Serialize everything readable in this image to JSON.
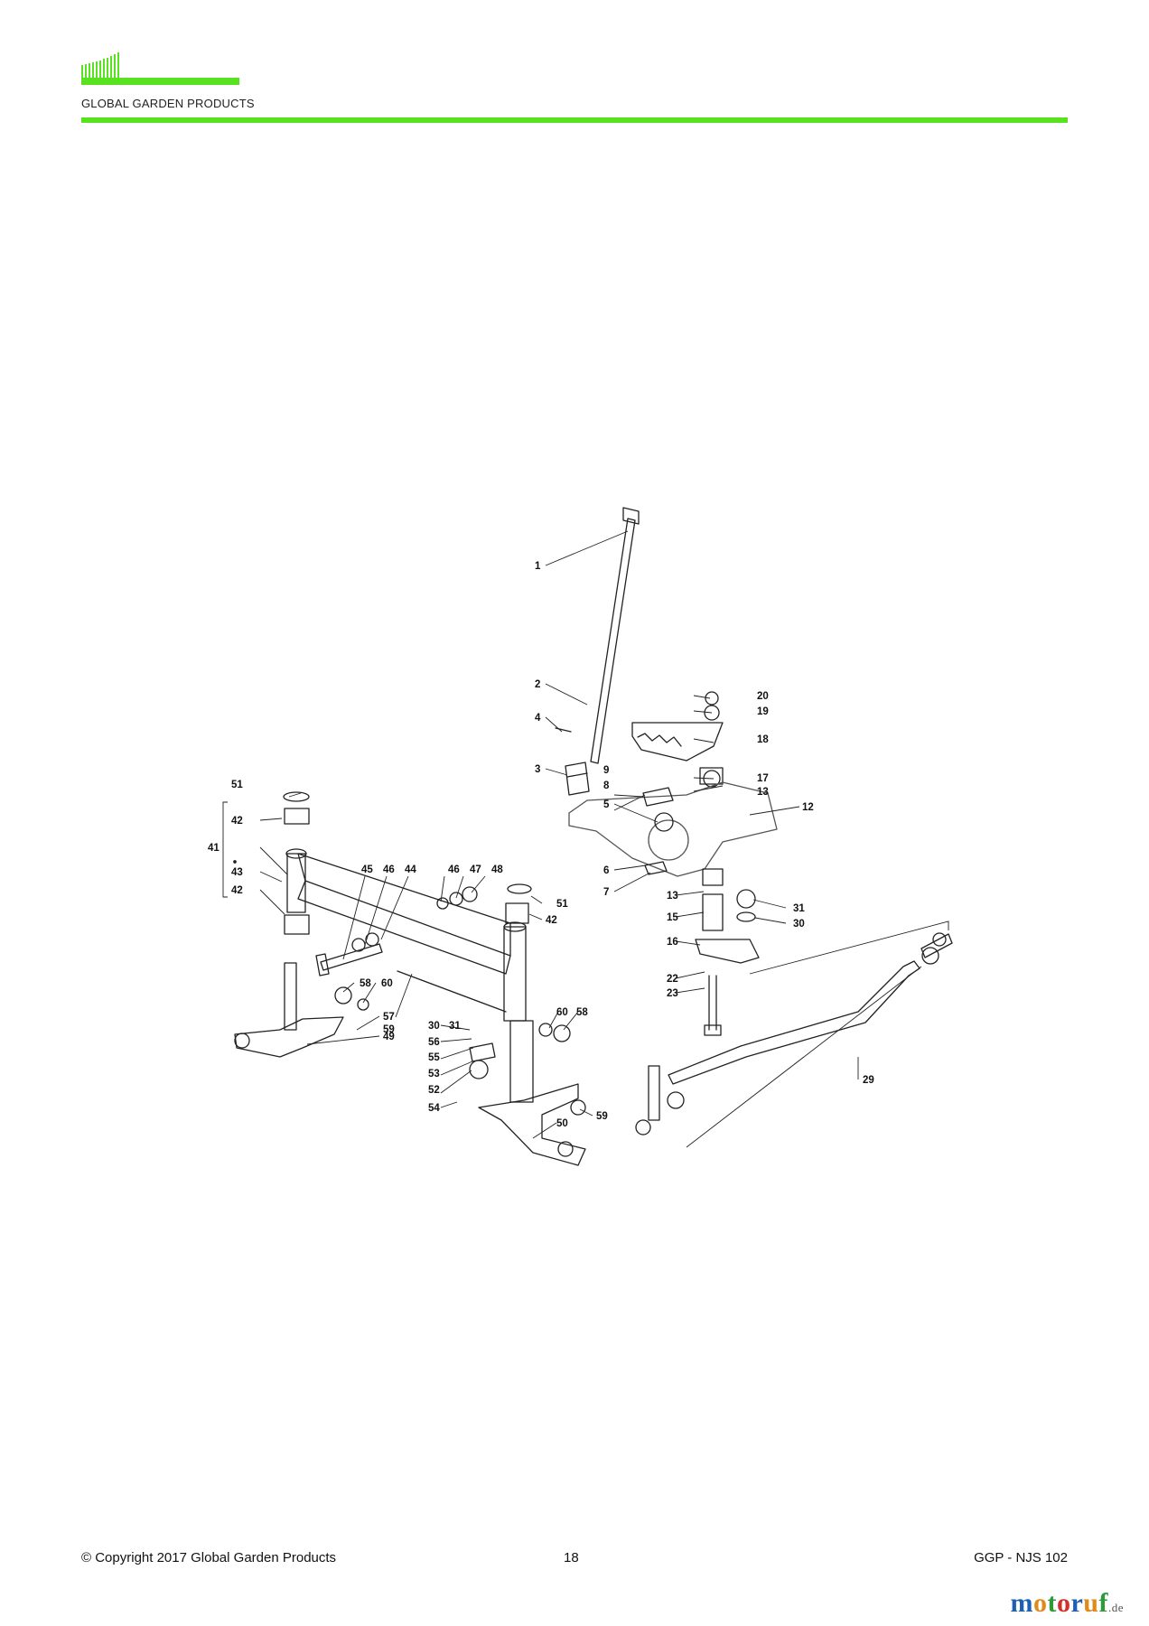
{
  "header": {
    "brand": "GLOBAL GARDEN PRODUCTS",
    "accent_color": "#59e21f",
    "logo_icon": "bars-logo-icon"
  },
  "diagram": {
    "callouts": [
      "1",
      "2",
      "3",
      "4",
      "5",
      "6",
      "7",
      "8",
      "9",
      "12",
      "13",
      "13",
      "15",
      "16",
      "17",
      "18",
      "19",
      "20",
      "22",
      "23",
      "29",
      "30",
      "30",
      "31",
      "31",
      "41",
      "42",
      "42",
      "42",
      "43",
      "44",
      "45",
      "46",
      "46",
      "47",
      "48",
      "49",
      "50",
      "51",
      "51",
      "52",
      "53",
      "54",
      "55",
      "56",
      "57",
      "58",
      "58",
      "59",
      "59",
      "60",
      "60"
    ]
  },
  "footer": {
    "copyright": "© Copyright 2017 Global Garden Products",
    "page": "18",
    "docref": "GGP - NJS 102"
  },
  "watermark": {
    "parts": [
      "m",
      "o",
      "t",
      "o",
      "r",
      "u",
      "f"
    ],
    "colors": [
      "#1f5fb3",
      "#e08a1a",
      "#2e9a3a",
      "#d4302b",
      "#1f5fb3",
      "#e08a1a",
      "#2e9a3a"
    ],
    "suffix": ".de"
  }
}
